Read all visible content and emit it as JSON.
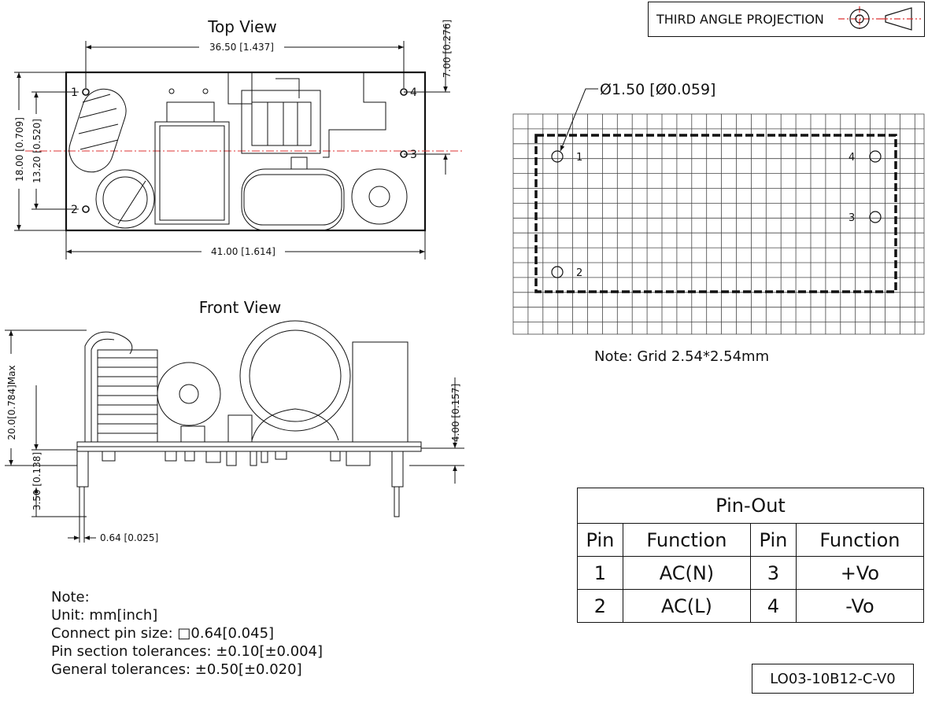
{
  "top_view": {
    "title": "Top View",
    "dim_top": "36.50 [1.437]",
    "dim_bottom": "41.00 [1.614]",
    "dim_left_outer": "18.00 [0.709]",
    "dim_left_inner": "13.20 [0.520]",
    "dim_right": "7.00 [0.276]",
    "pins": [
      "1",
      "2",
      "3",
      "4"
    ]
  },
  "front_view": {
    "title": "Front View",
    "dim_height": "20.0[0.784]Max",
    "dim_pin_len": "3.50 [0.138]",
    "dim_right": "4.00 [0.157]",
    "dim_pin_width": "0.64 [0.025]"
  },
  "projection": {
    "label": "THIRD ANGLE PROJECTION"
  },
  "footprint": {
    "hole_label": "Ø1.50 [Ø0.059]",
    "pins": [
      "1",
      "2",
      "3",
      "4"
    ],
    "grid_note": "Note: Grid 2.54*2.54mm"
  },
  "notes": {
    "heading": "Note:",
    "lines": [
      "Unit: mm[inch]",
      "Connect pin size: □0.64[0.045]",
      "Pin section tolerances: ±0.10[±0.004]",
      "General tolerances: ±0.50[±0.020]"
    ]
  },
  "pinout": {
    "title": "Pin-Out",
    "headers": [
      "Pin",
      "Function",
      "Pin",
      "Function"
    ],
    "rows": [
      [
        "1",
        "AC(N)",
        "3",
        "+Vo"
      ],
      [
        "2",
        "AC(L)",
        "4",
        "-Vo"
      ]
    ]
  },
  "part_number": "LO03-10B12-C-V0"
}
